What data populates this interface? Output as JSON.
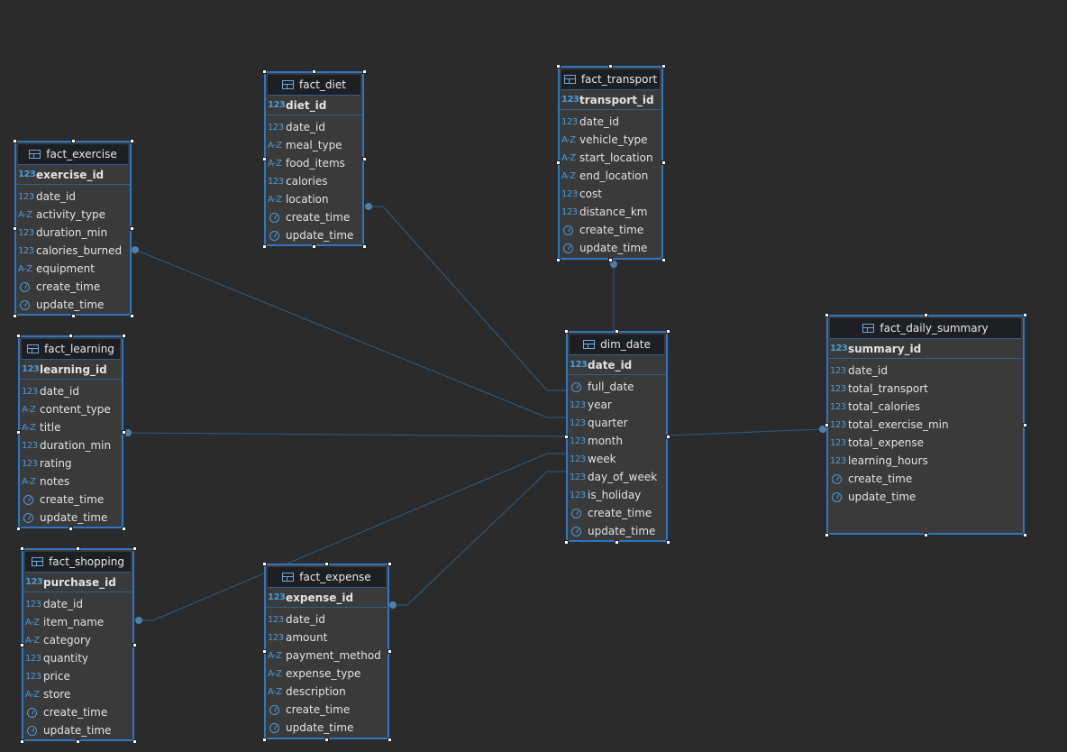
{
  "tables": [
    {
      "name": "fact_exercise",
      "columns": [
        {
          "name": "exercise_id",
          "type": "number",
          "pk": true
        },
        {
          "name": "date_id",
          "type": "number"
        },
        {
          "name": "activity_type",
          "type": "text"
        },
        {
          "name": "duration_min",
          "type": "number"
        },
        {
          "name": "calories_burned",
          "type": "number"
        },
        {
          "name": "equipment",
          "type": "text"
        },
        {
          "name": "create_time",
          "type": "datetime"
        },
        {
          "name": "update_time",
          "type": "datetime"
        }
      ]
    },
    {
      "name": "fact_diet",
      "columns": [
        {
          "name": "diet_id",
          "type": "number",
          "pk": true
        },
        {
          "name": "date_id",
          "type": "number"
        },
        {
          "name": "meal_type",
          "type": "text"
        },
        {
          "name": "food_items",
          "type": "text"
        },
        {
          "name": "calories",
          "type": "number"
        },
        {
          "name": "location",
          "type": "text"
        },
        {
          "name": "create_time",
          "type": "datetime"
        },
        {
          "name": "update_time",
          "type": "datetime"
        }
      ]
    },
    {
      "name": "fact_transport",
      "columns": [
        {
          "name": "transport_id",
          "type": "number",
          "pk": true
        },
        {
          "name": "date_id",
          "type": "number"
        },
        {
          "name": "vehicle_type",
          "type": "text"
        },
        {
          "name": "start_location",
          "type": "text"
        },
        {
          "name": "end_location",
          "type": "text"
        },
        {
          "name": "cost",
          "type": "number"
        },
        {
          "name": "distance_km",
          "type": "number"
        },
        {
          "name": "create_time",
          "type": "datetime"
        },
        {
          "name": "update_time",
          "type": "datetime"
        }
      ]
    },
    {
      "name": "fact_learning",
      "columns": [
        {
          "name": "learning_id",
          "type": "number",
          "pk": true
        },
        {
          "name": "date_id",
          "type": "number"
        },
        {
          "name": "content_type",
          "type": "text"
        },
        {
          "name": "title",
          "type": "text"
        },
        {
          "name": "duration_min",
          "type": "number"
        },
        {
          "name": "rating",
          "type": "number"
        },
        {
          "name": "notes",
          "type": "text"
        },
        {
          "name": "create_time",
          "type": "datetime"
        },
        {
          "name": "update_time",
          "type": "datetime"
        }
      ]
    },
    {
      "name": "dim_date",
      "columns": [
        {
          "name": "date_id",
          "type": "number",
          "pk": true
        },
        {
          "name": "full_date",
          "type": "datetime"
        },
        {
          "name": "year",
          "type": "number"
        },
        {
          "name": "quarter",
          "type": "number"
        },
        {
          "name": "month",
          "type": "number"
        },
        {
          "name": "week",
          "type": "number"
        },
        {
          "name": "day_of_week",
          "type": "number"
        },
        {
          "name": "is_holiday",
          "type": "number"
        },
        {
          "name": "create_time",
          "type": "datetime"
        },
        {
          "name": "update_time",
          "type": "datetime"
        }
      ]
    },
    {
      "name": "fact_daily_summary",
      "columns": [
        {
          "name": "summary_id",
          "type": "number",
          "pk": true
        },
        {
          "name": "date_id",
          "type": "number"
        },
        {
          "name": "total_transport",
          "type": "number"
        },
        {
          "name": "total_calories",
          "type": "number"
        },
        {
          "name": "total_exercise_min",
          "type": "number"
        },
        {
          "name": "total_expense",
          "type": "number"
        },
        {
          "name": "learning_hours",
          "type": "number"
        },
        {
          "name": "create_time",
          "type": "datetime"
        },
        {
          "name": "update_time",
          "type": "datetime"
        }
      ]
    },
    {
      "name": "fact_shopping",
      "columns": [
        {
          "name": "purchase_id",
          "type": "number",
          "pk": true
        },
        {
          "name": "date_id",
          "type": "number"
        },
        {
          "name": "item_name",
          "type": "text"
        },
        {
          "name": "category",
          "type": "text"
        },
        {
          "name": "quantity",
          "type": "number"
        },
        {
          "name": "price",
          "type": "number"
        },
        {
          "name": "store",
          "type": "text"
        },
        {
          "name": "create_time",
          "type": "datetime"
        },
        {
          "name": "update_time",
          "type": "datetime"
        }
      ]
    },
    {
      "name": "fact_expense",
      "columns": [
        {
          "name": "expense_id",
          "type": "number",
          "pk": true
        },
        {
          "name": "date_id",
          "type": "number"
        },
        {
          "name": "amount",
          "type": "number"
        },
        {
          "name": "payment_method",
          "type": "text"
        },
        {
          "name": "expense_type",
          "type": "text"
        },
        {
          "name": "description",
          "type": "text"
        },
        {
          "name": "create_time",
          "type": "datetime"
        },
        {
          "name": "update_time",
          "type": "datetime"
        }
      ]
    }
  ],
  "type_icons": {
    "number": "123",
    "text": "A-Z",
    "datetime": "clock-icon"
  },
  "colors": {
    "background": "#2b2b2b",
    "table_border": "#2b78c4",
    "table_body": "#3a3a3a",
    "header": "#1d1f22",
    "link": "#2a5f8a",
    "type_icon": "#4a9bd9"
  }
}
